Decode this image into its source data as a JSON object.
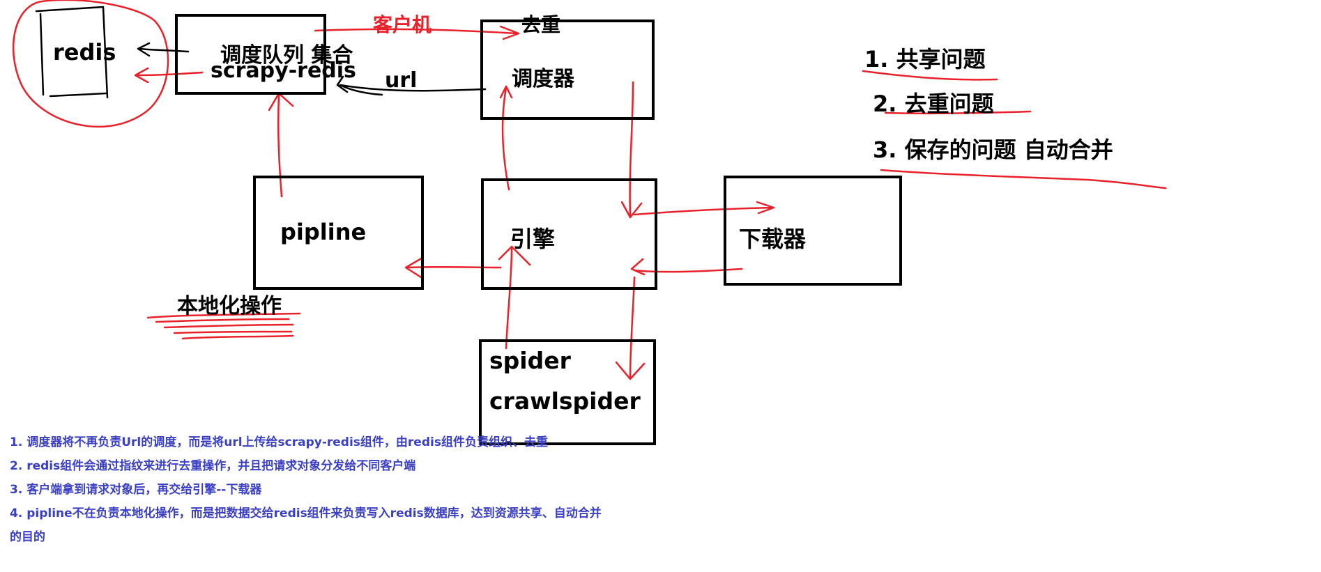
{
  "nodes": {
    "redis": "redis",
    "queue_line1": "调度队列 集合",
    "queue_line2": "scrapy-redis",
    "scheduler": "调度器",
    "pipline": "pipline",
    "engine": "引擎",
    "downloader": "下载器",
    "spider_line1": "spider",
    "spider_line2": "crawlspider"
  },
  "annotations": {
    "client": "客户机",
    "dedup": "去重",
    "url": "url",
    "localize": "本地化操作"
  },
  "issues": [
    "1. 共享问题",
    "2. 去重问题",
    "3. 保存的问题 自动合并"
  ],
  "notes": [
    "1. 调度器将不再负责Url的调度，而是将url上传给scrapy-redis组件，由redis组件负责组织、去重",
    "2. redis组件会通过指纹来进行去重操作，并且把请求对象分发给不同客户端",
    "3. 客户端拿到请求对象后，再交给引擎--下载器",
    "4. pipline不在负责本地化操作，而是把数据交给redis组件来负责写入redis数据库，达到资源共享、自动合并",
    "的目的"
  ],
  "colors": {
    "box_border": "#000000",
    "annotation_red": "#e8212b",
    "notes_blue": "#3a3fc4"
  }
}
